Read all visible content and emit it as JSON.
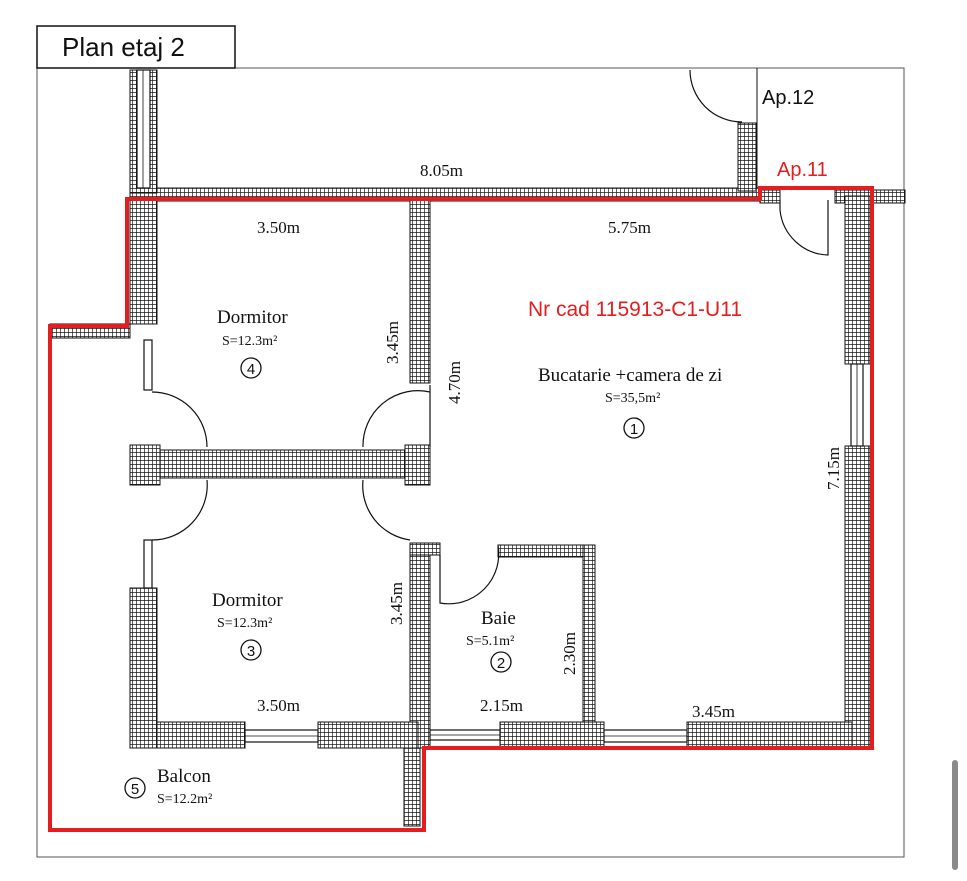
{
  "title": "Plan etaj 2",
  "apartments": {
    "neighbor": "Ap.12",
    "current": "Ap.11"
  },
  "cadastral": "Nr cad 115913-C1-U11",
  "colors": {
    "highlight": "#e41e1e",
    "wall": "#222222",
    "line": "#111111"
  },
  "rooms": [
    {
      "name": "Dormitor",
      "area": "S=12.3m²",
      "number": "4"
    },
    {
      "name": "Bucatarie +camera de zi",
      "area": "S=35,5m²",
      "number": "1"
    },
    {
      "name": "Dormitor",
      "area": "S=12.3m²",
      "number": "3"
    },
    {
      "name": "Baie",
      "area": "S=5.1m²",
      "number": "2"
    },
    {
      "name": "Balcon",
      "area": "S=12.2m²",
      "number": "5"
    }
  ],
  "dimensions": {
    "top_total": "8.05m",
    "top_left": "3.50m",
    "top_right": "5.75m",
    "bedroom4_height": "3.45m",
    "middle_wall": "4.70m",
    "right_wall": "7.15m",
    "bedroom3_height": "3.45m",
    "bath_height": "2.30m",
    "bottom_left": "3.50m",
    "bottom_mid": "2.15m",
    "bottom_right": "3.45m"
  }
}
